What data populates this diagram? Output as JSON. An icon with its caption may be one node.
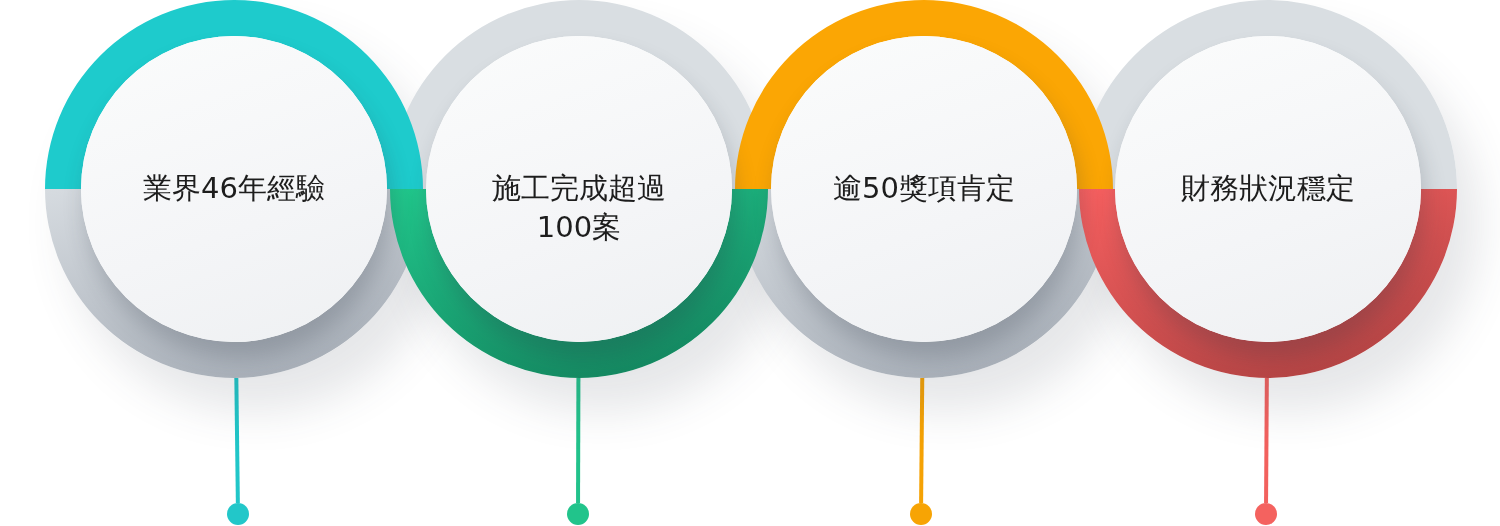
{
  "diagram": {
    "nodes": [
      {
        "text": [
          "業界46年經驗"
        ]
      },
      {
        "text": [
          "施工完成超過100案"
        ]
      },
      {
        "text": [
          "逾50獎項肯定"
        ]
      },
      {
        "text": [
          "財務狀況穩定"
        ]
      },
      {
        "text": [],
        "shape": "circle"
      },
      {
        "text": [],
        "shape": "circle"
      },
      {
        "text": [],
        "shape": "circle"
      },
      {
        "text": [],
        "shape": "circle"
      }
    ],
    "edges": [
      {
        "from": 0,
        "to": 4,
        "arrow": "none",
        "color": "#20c6c8"
      },
      {
        "from": 1,
        "to": 5,
        "arrow": "none",
        "color": "#22c28b"
      },
      {
        "from": 2,
        "to": 6,
        "arrow": "none",
        "color": "#f5a204"
      },
      {
        "from": 3,
        "to": 7,
        "arrow": "none",
        "color": "#f2615e"
      }
    ]
  }
}
